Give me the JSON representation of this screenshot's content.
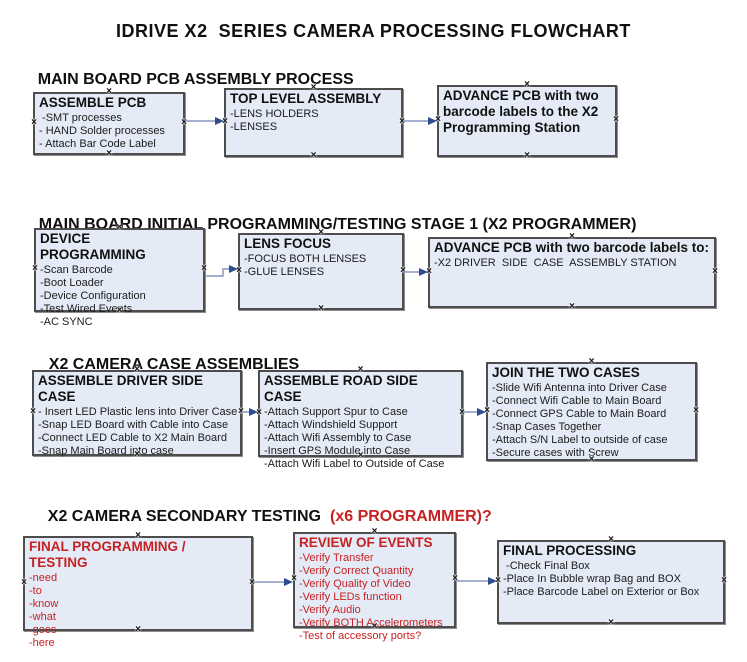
{
  "title": "IDRIVE X2  SERIES CAMERA PROCESSING FLOWCHART",
  "colors": {
    "box_fill": "#e4eaf6",
    "box_border": "#4d4d4d",
    "arrow_line": "#96a5c8",
    "arrow_head": "#2f4d8e",
    "accent_red": "#c62222",
    "text_black": "#101010"
  },
  "sections": [
    {
      "heading": "MAIN BOARD PCB ASSEMBLY PROCESS",
      "boxes": [
        {
          "title": "ASSEMBLE PCB",
          "lines": [
            " -SMT processes",
            "- HAND Solder processes",
            "- Attach Bar Code Label"
          ]
        },
        {
          "title": "TOP LEVEL ASSEMBLY",
          "lines": [
            "-LENS HOLDERS",
            "-LENSES"
          ]
        },
        {
          "title": "ADVANCE PCB with two barcode labels to the  X2 Programming Station",
          "lines": []
        }
      ]
    },
    {
      "heading": "MAIN BOARD INITIAL PROGRAMMING/TESTING STAGE 1 (X2 PROGRAMMER)",
      "boxes": [
        {
          "title": "DEVICE PROGRAMMING",
          "lines": [
            "-Scan Barcode",
            "-Boot Loader",
            "-Device Configuration",
            "-Test Wired Events",
            "-AC SYNC"
          ]
        },
        {
          "title": "LENS FOCUS",
          "lines": [
            "-FOCUS BOTH LENSES",
            "-GLUE LENSES"
          ]
        },
        {
          "title": "ADVANCE PCB with two barcode labels to:",
          "lines": [
            "-X2 DRIVER  SIDE  CASE  ASSEMBLY STATION"
          ]
        }
      ]
    },
    {
      "heading": "X2 CAMERA CASE ASSEMBLIES",
      "boxes": [
        {
          "title": "ASSEMBLE DRIVER SIDE CASE",
          "lines": [
            "- Insert LED Plastic lens into Driver Case",
            "-Snap LED Board with Cable into Case",
            "-Connect LED Cable to X2 Main Board",
            "-Snap Main Board into case"
          ]
        },
        {
          "title": "ASSEMBLE ROAD SIDE CASE",
          "lines": [
            "-Attach Support Spur to Case",
            "-Attach Windshield Support",
            "-Attach Wifi Assembly to Case",
            "-Insert GPS Module into Case",
            "-Attach Wifi Label to Outside of Case"
          ]
        },
        {
          "title": "JOIN THE TWO CASES",
          "lines": [
            "-Slide Wifi Antenna into Driver Case",
            "-Connect Wifi Cable to Main Board",
            "-Connect GPS Cable to Main Board",
            "-Snap Cases Together",
            "-Attach S/N Label to outside of case",
            "-Secure cases with Screw"
          ]
        }
      ]
    },
    {
      "heading": "X2 CAMERA SECONDARY TESTING",
      "heading_red": "(x6 PROGRAMMER)?",
      "boxes": [
        {
          "title": "FINAL PROGRAMMING / TESTING",
          "lines": [
            "-need",
            "-to",
            "-know",
            "-what",
            "-goes",
            "-here"
          ]
        },
        {
          "title": "REVIEW OF EVENTS",
          "lines": [
            "-Verify Transfer",
            "-Verify Correct Quantity",
            "-Verify Quality of Video",
            "-Verify LEDs function",
            "-Verify Audio",
            "-Verify BOTH Accelerometers",
            "-Test of accessory ports?"
          ]
        },
        {
          "title": "FINAL PROCESSING",
          "lines": [
            " -Check Final Box",
            "-Place In Bubble wrap Bag and BOX",
            "-Place Barcode Label on Exterior or Box"
          ]
        }
      ]
    }
  ]
}
